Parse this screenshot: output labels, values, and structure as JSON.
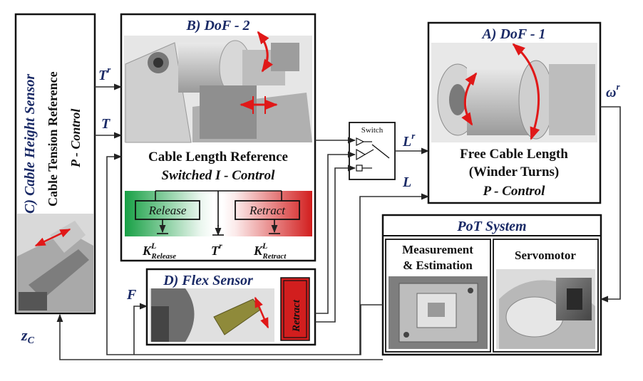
{
  "blocks": {
    "cable_height": {
      "title": "C) Cable Height Sensor",
      "line1": "Cable Tension Reference",
      "line2": "P - Control"
    },
    "dof2": {
      "title": "B) DoF - 2",
      "line1": "Cable Length Reference",
      "line2": "Switched  I - Control",
      "release": "Release",
      "retract": "Retract",
      "k_release_base": "K",
      "k_release_sup": "L",
      "k_release_sub": "Release",
      "t_ref_base": "T",
      "t_ref_sup": "r",
      "k_retract_base": "K",
      "k_retract_sup": "L",
      "k_retract_sub": "Retract"
    },
    "switch": {
      "title": "Switch"
    },
    "dof1": {
      "title": "A) DoF - 1",
      "line1": "Free Cable Length",
      "line2": "(Winder Turns)",
      "line3": "P - Control"
    },
    "pot": {
      "title": "PoT System",
      "measure1": "Measurement",
      "measure2": "& Estimation",
      "servo": "Servomotor"
    },
    "flex": {
      "title": "D) Flex Sensor",
      "retract": "Retract"
    }
  },
  "signals": {
    "Tr": {
      "base": "T",
      "sup": "r"
    },
    "T": {
      "base": "T"
    },
    "Lr": {
      "base": "L",
      "sup": "r"
    },
    "L": {
      "base": "L"
    },
    "omega_r": {
      "base": "ω",
      "sup": "r"
    },
    "F": {
      "base": "F"
    },
    "zc": {
      "base": "z",
      "sub": "C"
    }
  },
  "colors": {
    "release_green": "#1fa34a",
    "retract_red": "#d42a2a",
    "arrow_red": "#e01818",
    "title_blue": "#1a2a66"
  }
}
